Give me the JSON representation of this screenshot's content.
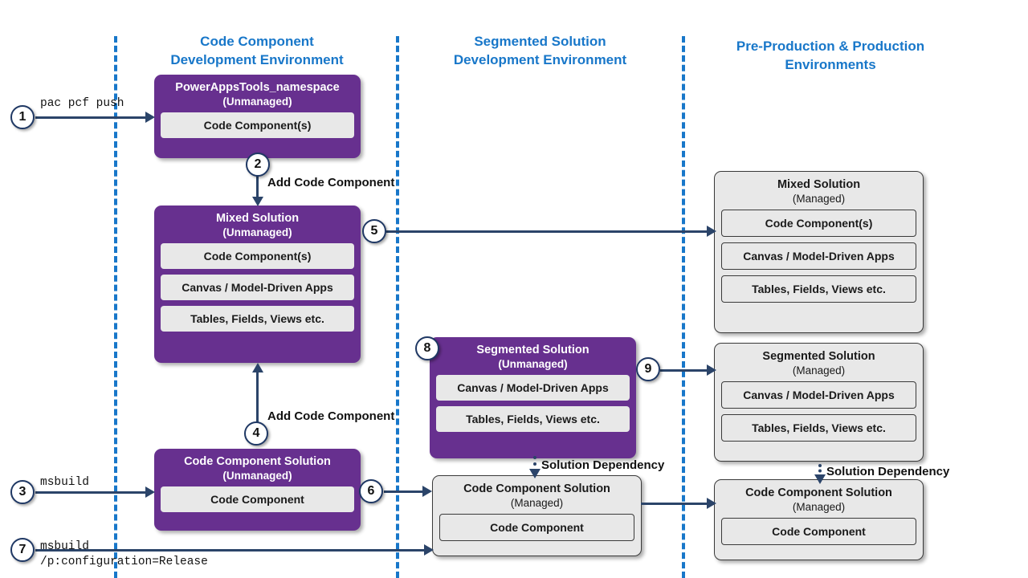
{
  "lanes": [
    {
      "title_line1": "Code Component",
      "title_line2": "Development Environment"
    },
    {
      "title_line1": "Segmented Solution",
      "title_line2": "Development Environment"
    },
    {
      "title_line1": "Pre-Production & Production",
      "title_line2": "Environments"
    }
  ],
  "colors": {
    "lane_title": "#1877C9",
    "divider": "#1877C9",
    "unmanaged_solution": "#67308F",
    "managed_solution": "#E8E8E8",
    "connector": "#2B4469",
    "step_circle_border": "#1F3864"
  },
  "boxes": {
    "powerapps_tools": {
      "title": "PowerAppsTools_namespace",
      "state": "(Unmanaged)",
      "items": [
        "Code Component(s)"
      ]
    },
    "mixed_unmanaged": {
      "title": "Mixed Solution",
      "state": "(Unmanaged)",
      "items": [
        "Code Component(s)",
        "Canvas / Model-Driven Apps",
        "Tables, Fields, Views etc."
      ]
    },
    "mixed_managed": {
      "title": "Mixed Solution",
      "state": "(Managed)",
      "items": [
        "Code Component(s)",
        "Canvas / Model-Driven Apps",
        "Tables, Fields, Views etc."
      ]
    },
    "segmented_unmanaged": {
      "title": "Segmented Solution",
      "state": "(Unmanaged)",
      "items": [
        "Canvas / Model-Driven Apps",
        "Tables, Fields, Views etc."
      ]
    },
    "segmented_managed": {
      "title": "Segmented Solution",
      "state": "(Managed)",
      "items": [
        "Canvas / Model-Driven Apps",
        "Tables, Fields, Views etc."
      ]
    },
    "code_component_solution_unmanaged": {
      "title": "Code Component Solution",
      "state": "(Unmanaged)",
      "items": [
        "Code Component"
      ]
    },
    "code_component_solution_managed_mid": {
      "title": "Code Component Solution",
      "state": "(Managed)",
      "items": [
        "Code Component"
      ]
    },
    "code_component_solution_managed_right": {
      "title": "Code Component Solution",
      "state": "(Managed)",
      "items": [
        "Code Component"
      ]
    }
  },
  "steps": {
    "s1": "1",
    "s2": "2",
    "s3": "3",
    "s4": "4",
    "s5": "5",
    "s6": "6",
    "s7": "7",
    "s8": "8",
    "s9": "9"
  },
  "labels": {
    "cmd_pac_pcf_push": "pac pcf push",
    "cmd_msbuild": "msbuild",
    "cmd_msbuild_release_line1": "msbuild",
    "cmd_msbuild_release_line2": "/p:configuration=Release",
    "add_code_component_top": "Add Code Component",
    "add_code_component_bottom": "Add Code Component",
    "solution_dependency_mid": "Solution Dependency",
    "solution_dependency_right": "Solution Dependency"
  }
}
